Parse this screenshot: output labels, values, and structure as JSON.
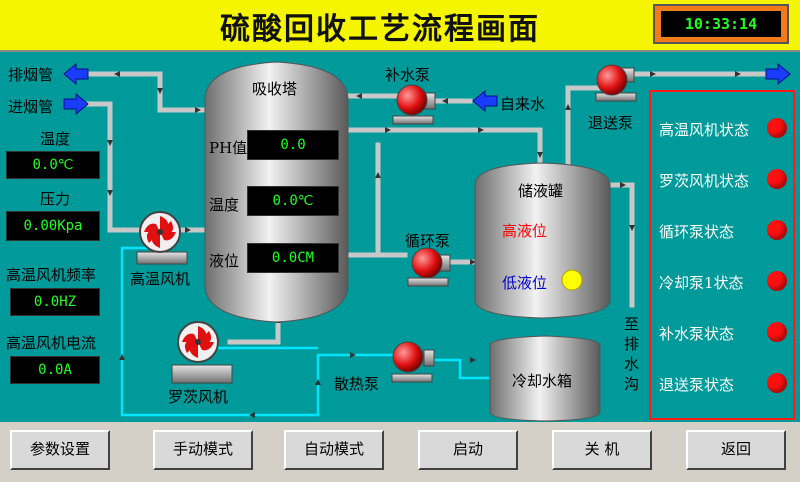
{
  "header": {
    "title": "硫酸回收工艺流程画面",
    "clock": "10:33:14"
  },
  "left_panel": {
    "exhaust_pipe": "排烟管",
    "intake_pipe": "进烟管",
    "temperature_label": "温度",
    "temperature_value": "0.0℃",
    "pressure_label": "压力",
    "pressure_value": "0.00Kpa",
    "fan_freq_label": "高温风机频率",
    "fan_freq_value": "0.0HZ",
    "fan_current_label": "高温风机电流",
    "fan_current_value": "0.0A"
  },
  "absorber": {
    "name": "吸收塔",
    "ph_label": "PH值",
    "ph_value": "0.0",
    "temp_label": "温度",
    "temp_value": "0.0℃",
    "level_label": "液位",
    "level_value": "0.0CM"
  },
  "storage_tank": {
    "name": "储液罐",
    "high_level": "高液位",
    "low_level": "低液位"
  },
  "cooling_tank": {
    "name": "冷却水箱"
  },
  "equipment": {
    "makeup_pump": "补水泵",
    "tap_water": "自来水",
    "return_pump": "退送泵",
    "circ_pump": "循环泵",
    "hi_temp_fan": "高温风机",
    "roots_fan": "罗茨风机",
    "cooling_pump": "散热泵",
    "drain": "至排水沟"
  },
  "status": [
    {
      "label": "高温风机状态"
    },
    {
      "label": "罗茨风机状态"
    },
    {
      "label": "循环泵状态"
    },
    {
      "label": "冷却泵1状态"
    },
    {
      "label": "补水泵状态"
    },
    {
      "label": "退送泵状态"
    }
  ],
  "buttons": {
    "params": "参数设置",
    "manual": "手动模式",
    "auto": "自动模式",
    "start": "启动",
    "shutdown": "关 机",
    "back": "返回"
  },
  "colors": {
    "background": "#009a9a",
    "header": "#f5f500",
    "digital_text": "#22ff22",
    "led_off": "#ff1010",
    "led_low_level": "#ffff00",
    "high_level_text": "#ff0000",
    "low_level_text": "#0000cc",
    "status_border": "#ff1a1a",
    "cooling_water_line": "#00e5ff"
  }
}
